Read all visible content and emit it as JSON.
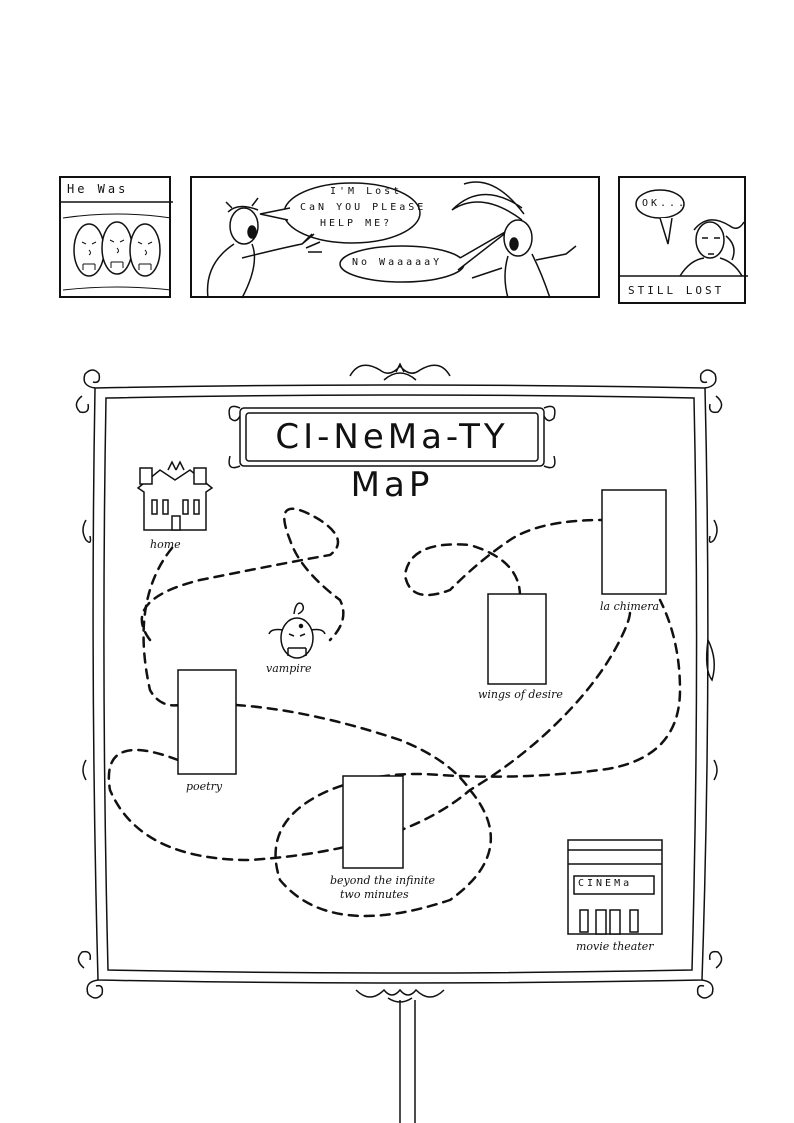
{
  "comic": {
    "panel1": {
      "caption": "He Was"
    },
    "panel2": {
      "bubble1_line1": "I'M Lost",
      "bubble1_line2": "CaN YOU PLEaSE",
      "bubble1_line3": "HELP ME?",
      "bubble2": "No WaaaaaY"
    },
    "panel3": {
      "bubble": "OK...",
      "caption": "STILL LOST"
    }
  },
  "map": {
    "title": "CI-NeMa-TY MaP",
    "locations": {
      "home": "home",
      "vampire": "vampire",
      "poetry": "poetry",
      "wings": "wings of desire",
      "chimera": "la chimera",
      "beyond_line1": "beyond the infinite",
      "beyond_line2": "two minutes",
      "theater_label": "movie theater",
      "theater_sign": "CINEMa"
    }
  }
}
